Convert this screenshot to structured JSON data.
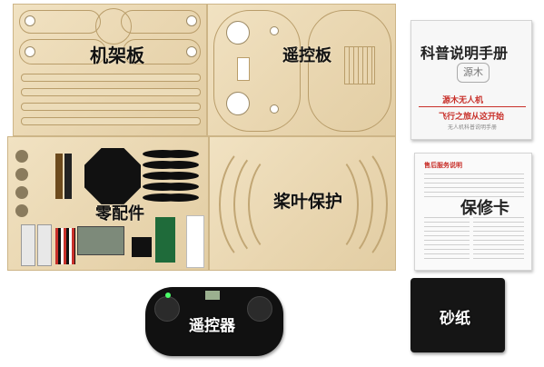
{
  "labels": {
    "frame_board": "机架板",
    "remote_board": "遥控板",
    "parts": "零配件",
    "prop_guard": "桨叶保护",
    "remote_controller": "遥控器",
    "sandpaper": "砂纸"
  },
  "manual": {
    "title": "科普说明手册",
    "logo": "源木",
    "brand": "源木无人机",
    "slogan": "飞行之旅从这开始",
    "subtitle": "无人机科普说明手册"
  },
  "warranty": {
    "header": "售后服务说明",
    "title": "保修卡"
  },
  "colors": {
    "wood": "#e9d6b0",
    "accent_red": "#c8302a",
    "pcb_black": "#111111"
  }
}
